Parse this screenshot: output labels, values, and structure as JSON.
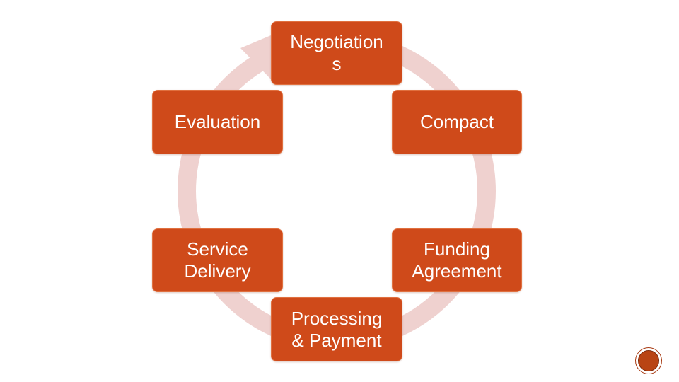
{
  "diagram": {
    "nodes": [
      {
        "id": "negotiations",
        "label": "Negotiation\ns"
      },
      {
        "id": "compact",
        "label": "Compact"
      },
      {
        "id": "funding-agreement",
        "label": "Funding\nAgreement"
      },
      {
        "id": "processing-payment",
        "label": "Processing\n& Payment"
      },
      {
        "id": "service-delivery",
        "label": "Service\nDelivery"
      },
      {
        "id": "evaluation",
        "label": "Evaluation"
      }
    ],
    "colors": {
      "node_fill": "#cf4a1a",
      "ring": "#efd1cf",
      "text": "#ffffff"
    }
  },
  "footer": {
    "badge_icon": "circle-emblem-icon"
  }
}
